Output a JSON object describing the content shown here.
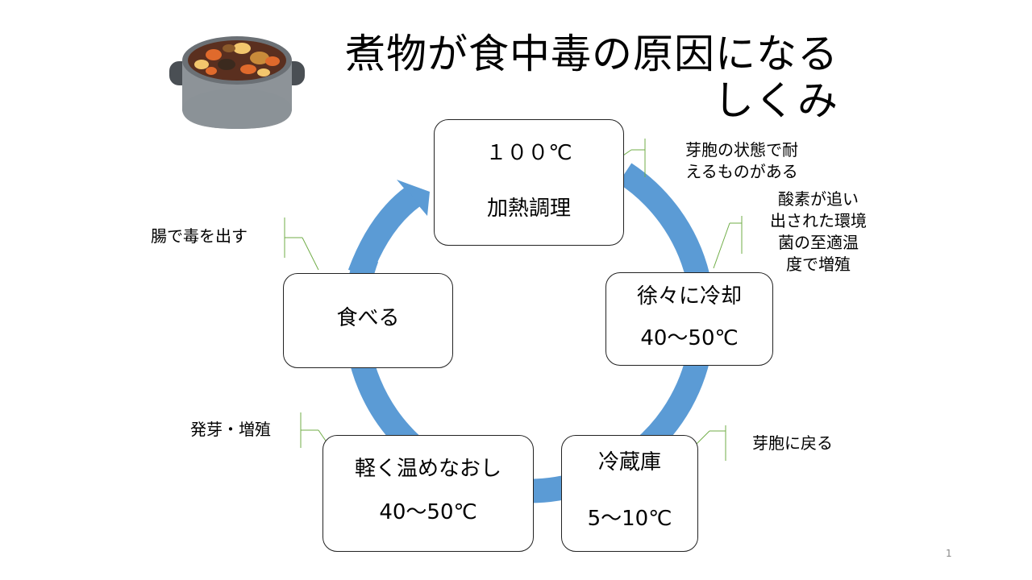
{
  "title": {
    "line1": "煮物が食中毒の原因になる",
    "line2": "しくみ"
  },
  "colors": {
    "cycle_arrow": "#5b9bd5",
    "pot_body": "#8d9398",
    "pot_lid_rim": "#4a4f54"
  },
  "icons": {
    "pot": "stew-pot-icon"
  },
  "boxes": {
    "heat": {
      "line1": "１００℃",
      "line2": "加熱調理"
    },
    "cool": {
      "line1": "徐々に冷却",
      "line2": "40～50℃"
    },
    "fridge": {
      "line1": "冷蔵庫",
      "line2": "5～10℃"
    },
    "reheat": {
      "line1": "軽く温めなおし",
      "line2": "40～50℃"
    },
    "eat": {
      "line1": "食べる"
    }
  },
  "notes": {
    "spore_survive": {
      "line1": "芽胞の状態で耐",
      "line2": "えるものがある"
    },
    "anaerobic": {
      "line1": "酸素が追い",
      "line2": "出された環境",
      "line3": "菌の至適温",
      "line4": "度で増殖"
    },
    "back_to_spore": "芽胞に戻る",
    "germinate": "発芽・増殖",
    "toxin": "腸で毒を出す"
  },
  "page_number": "1"
}
